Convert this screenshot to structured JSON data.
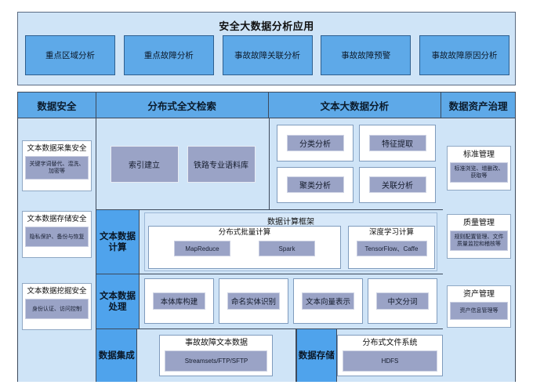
{
  "application_band": {
    "title": "安全大数据分析应用",
    "boxes": [
      {
        "label": "重点区域分析"
      },
      {
        "label": "重点故障分析"
      },
      {
        "label": "事故故障关联分析"
      },
      {
        "label": "事故故障预警"
      },
      {
        "label": "事故故障原因分析"
      }
    ]
  },
  "headers": {
    "data_security": "数据安全",
    "full_text_search": "分布式全文检索",
    "text_big_data_analysis": "文本大数据分析",
    "data_asset_governance": "数据资产治理"
  },
  "security_column": {
    "cards": [
      {
        "title": "文本数据采集安全",
        "detail": "关键字词替代、混洗、加密等"
      },
      {
        "title": "文本数据存储安全",
        "detail": "隐私保护、备份与恢复"
      },
      {
        "title": "文本数据挖掘安全",
        "detail": "身份认证、访问控制"
      }
    ]
  },
  "governance_column": {
    "cards": [
      {
        "title": "标准管理",
        "detail": "标准浏览、增删改、获取等"
      },
      {
        "title": "质量管理",
        "detail": "规则配置管理、文件质量监控和稽核等"
      },
      {
        "title": "资产管理",
        "detail": "资产信息管理等"
      }
    ]
  },
  "search_pane": {
    "items": [
      {
        "label": "索引建立"
      },
      {
        "label": "铁路专业语料库"
      }
    ]
  },
  "analysis_pane": {
    "items": [
      {
        "label": "分类分析"
      },
      {
        "label": "特征提取"
      },
      {
        "label": "聚类分析"
      },
      {
        "label": "关联分析"
      }
    ]
  },
  "compute_row": {
    "stage_label": "文本数据计算",
    "framework_title": "数据计算框架",
    "batch": {
      "title": "分布式批量计算",
      "items": [
        {
          "label": "MapReduce"
        },
        {
          "label": "Spark"
        }
      ]
    },
    "deep_learning": {
      "title": "深度学习计算",
      "items": [
        {
          "label": "TensorFlow、Caffe"
        }
      ]
    }
  },
  "processing_row": {
    "stage_label": "文本数据处理",
    "items": [
      {
        "label": "本体库构建"
      },
      {
        "label": "命名实体识别"
      },
      {
        "label": "文本向量表示"
      },
      {
        "label": "中文分词"
      }
    ]
  },
  "bottom_row": {
    "integration_label": "数据集成",
    "integration_card": {
      "title": "事故故障文本数据",
      "detail": "Streamsets/FTP/SFTP"
    },
    "storage_label": "数据存储",
    "storage_card": {
      "title": "分布式文件系统",
      "detail": "HDFS"
    }
  },
  "colors": {
    "band_bg": "#cfe4f7",
    "header_blue": "#5ea9e8",
    "stage_blue": "#4fa3ec",
    "chip_violet": "#9aa3c6",
    "border": "#3d4a5c"
  }
}
